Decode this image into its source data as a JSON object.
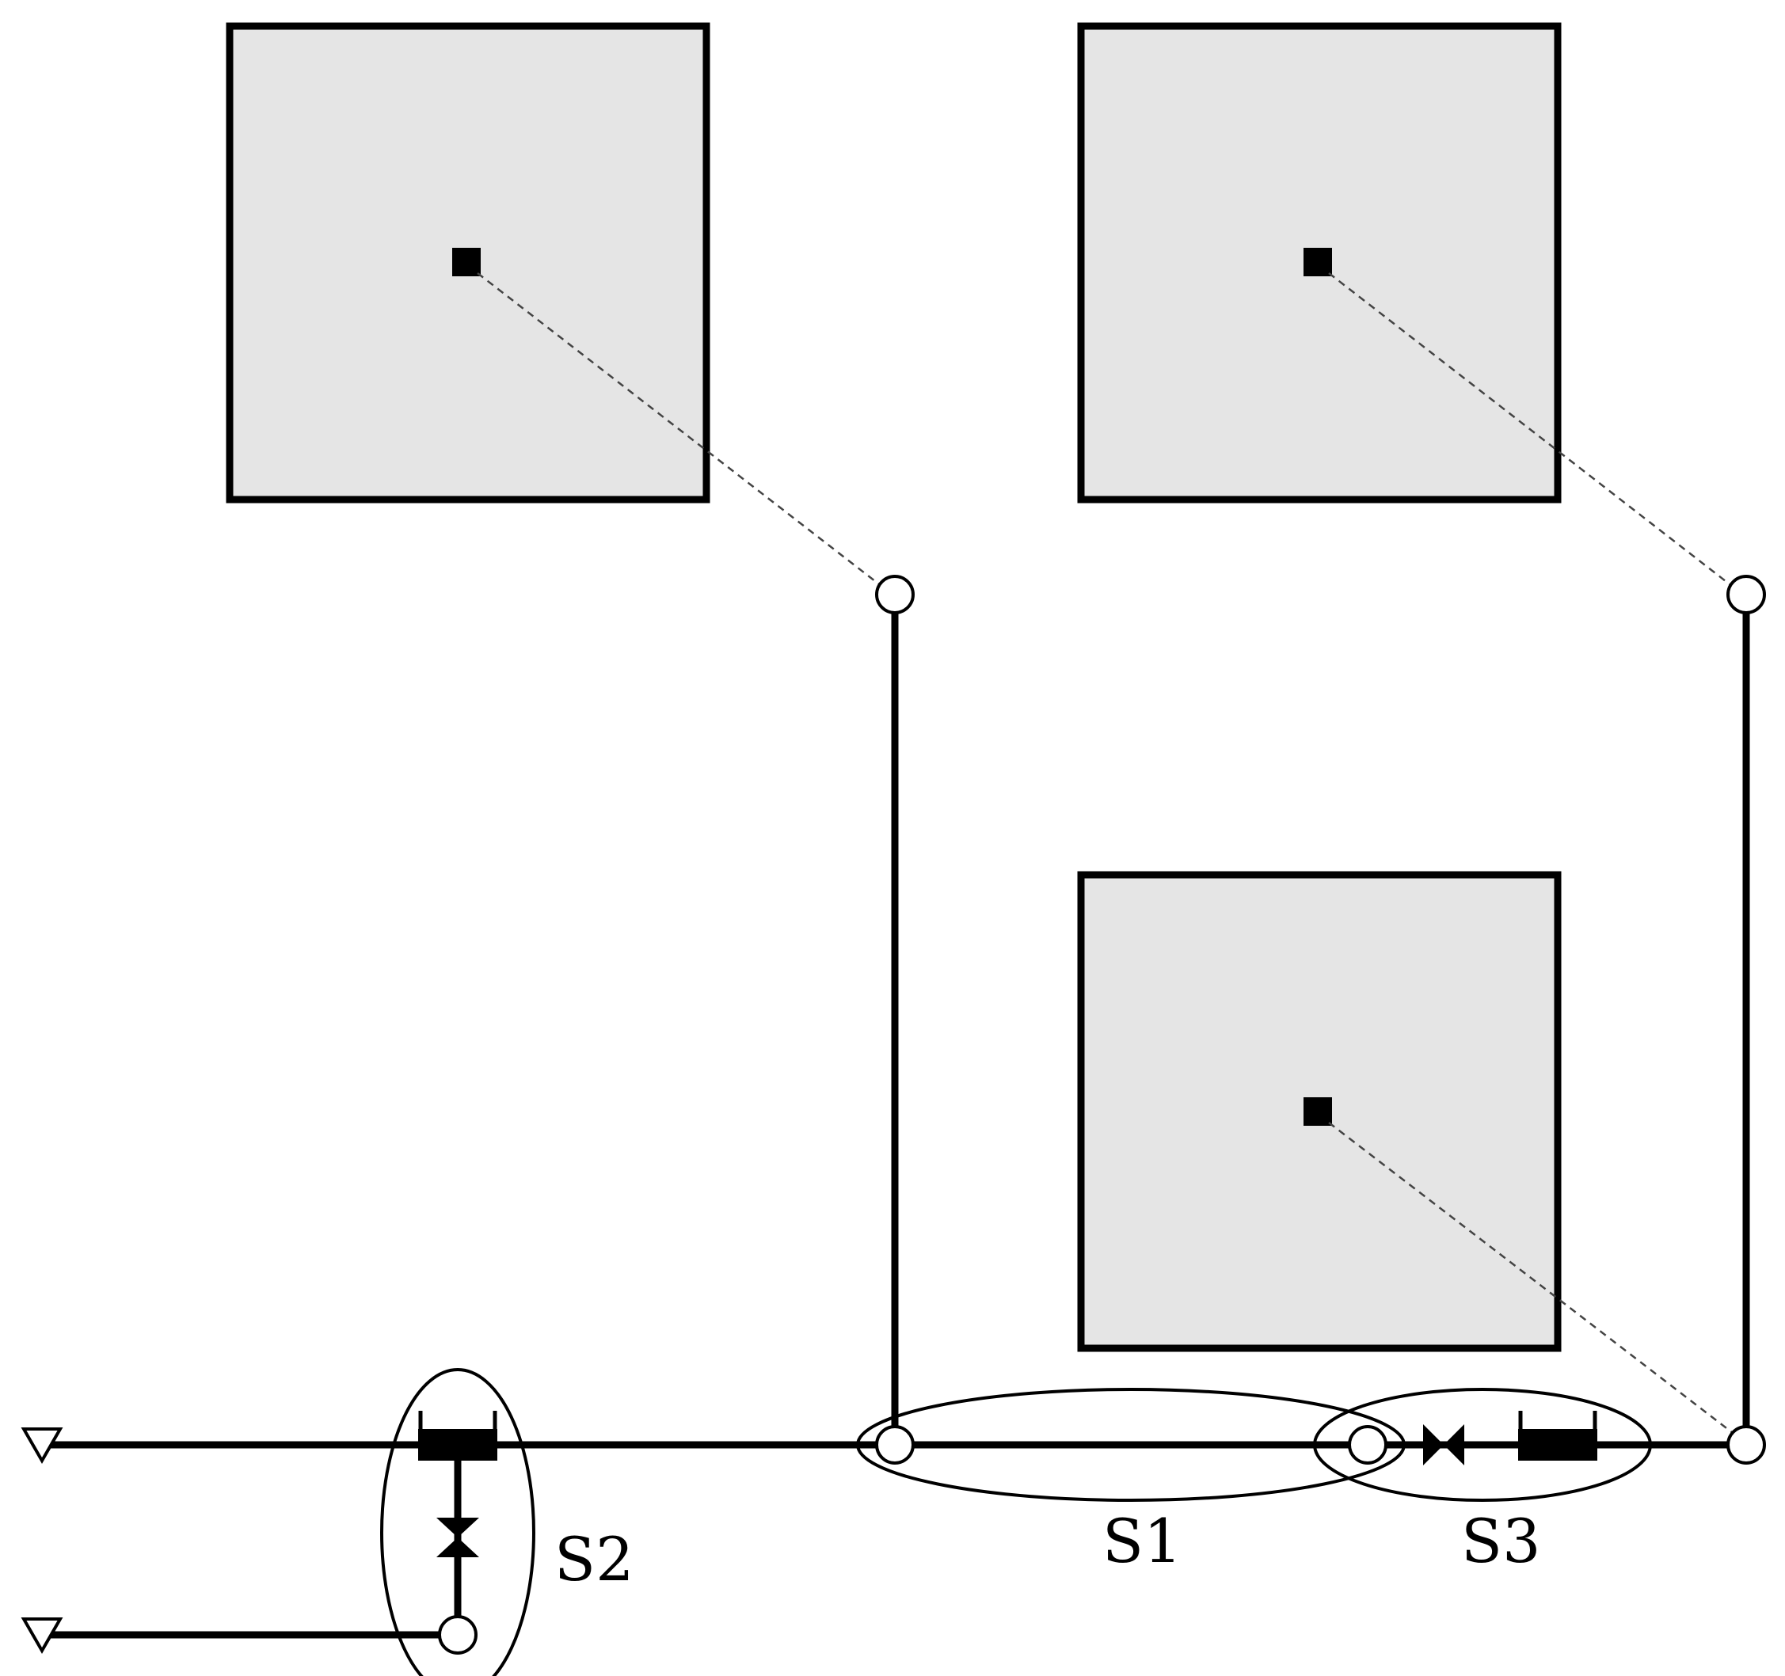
{
  "labels": {
    "s1": "S1",
    "s2": "S2",
    "s3": "S3"
  },
  "elements": {
    "rooms": [
      "room",
      "room",
      "room"
    ],
    "room_centroid_icon": "filled-square-icon",
    "junction_icon": "open-circle-icon",
    "valve_icon": "bowtie-valve-icon",
    "tank_icon": "tank-icon",
    "inlet_icon": "triangle-inlet-icon"
  },
  "colors": {
    "room_fill": "#e5e5e5",
    "line": "#000000",
    "link_line": "#444444",
    "background": "#ffffff"
  }
}
